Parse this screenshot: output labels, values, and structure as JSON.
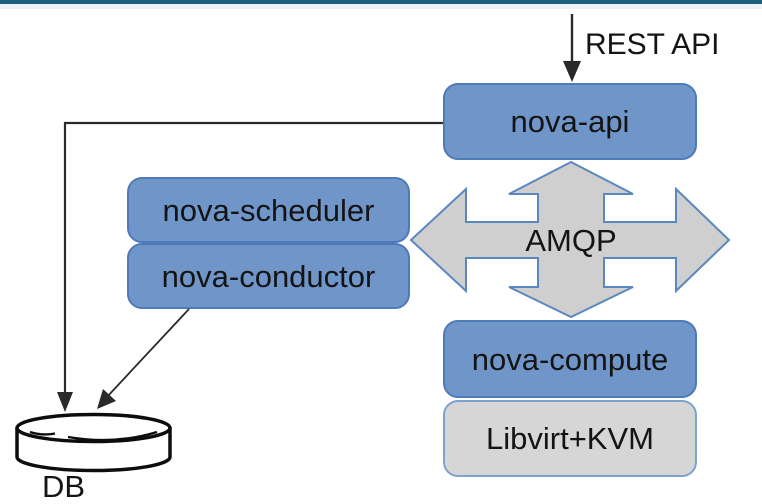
{
  "labels": {
    "rest_api": "REST API",
    "amqp": "AMQP",
    "db": "DB"
  },
  "nodes": {
    "nova_api": {
      "label": "nova-api",
      "type": "service"
    },
    "nova_scheduler": {
      "label": "nova-scheduler",
      "type": "service"
    },
    "nova_conductor": {
      "label": "nova-conductor",
      "type": "service"
    },
    "nova_compute": {
      "label": "nova-compute",
      "type": "service"
    },
    "libvirt_kvm": {
      "label": "Libvirt+KVM",
      "type": "hypervisor"
    },
    "db": {
      "label": "DB",
      "type": "database-cylinder"
    }
  },
  "edges": [
    "REST API -> nova-api",
    "nova-api -> DB",
    "nova-conductor -> DB",
    "AMQP <-> nova-api",
    "AMQP <-> nova-scheduler / nova-conductor",
    "AMQP <-> nova-compute"
  ],
  "colors": {
    "service_fill": "#7096c9",
    "service_border": "#4e7ab8",
    "hypervisor_fill": "#d6d6d6",
    "hypervisor_border": "#7ea2d0",
    "amqp_fill": "#cfcfcf",
    "amqp_border": "#5b87c0",
    "top_bar": "#1c607e",
    "top_strip": "#eef1f5",
    "connector": "#2a2a2a",
    "text": "#141414"
  }
}
